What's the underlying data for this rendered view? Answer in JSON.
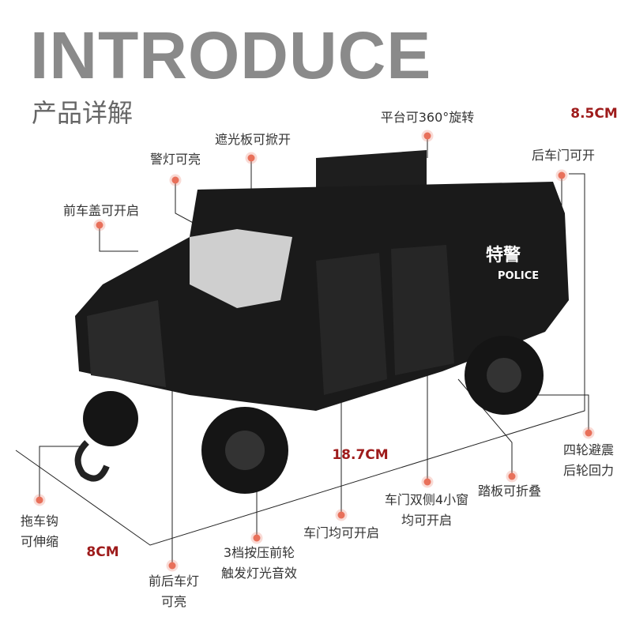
{
  "header": {
    "title": "INTRODUCE",
    "subtitle": "产品详解"
  },
  "dimensions": {
    "height": "8.5CM",
    "length": "18.7CM",
    "width": "8CM"
  },
  "vehicle": {
    "door_text": "特警",
    "police_text": "POLICE"
  },
  "features": {
    "warning_light": "警灯可亮",
    "sun_visor": "遮光板可掀开",
    "platform": "平台可360°旋转",
    "rear_door": "后车门可开",
    "hood": "前车盖可开启",
    "suspension": [
      "四轮避震",
      "后轮回力"
    ],
    "step": "踏板可折叠",
    "windows": [
      "车门双侧4小窗",
      "均可开启"
    ],
    "doors": "车门均可开启",
    "front_wheel": [
      "3档按压前轮",
      "触发灯光音效"
    ],
    "lights": [
      "前后车灯",
      "可亮"
    ],
    "hook": [
      "拖车钩",
      "可伸缩"
    ]
  },
  "colors": {
    "dot": "#e8705a",
    "dimension": "#9e1b1b",
    "title": "#8a8a8a"
  }
}
